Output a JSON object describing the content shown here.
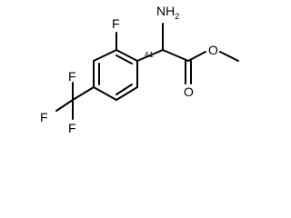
{
  "molecule": {
    "atoms": {
      "nh2": {
        "symbol": "NH",
        "subscript": "2"
      },
      "f_ring": {
        "symbol": "F"
      },
      "f_cf3_top": {
        "symbol": "F"
      },
      "f_cf3_left": {
        "symbol": "F"
      },
      "f_cf3_bottom": {
        "symbol": "F"
      },
      "o_carbonyl": {
        "symbol": "O"
      },
      "o_ester": {
        "symbol": "O"
      }
    },
    "stereo_label": "&1"
  },
  "colors": {
    "bond": "#000000",
    "text": "#000000",
    "background": "#ffffff"
  }
}
